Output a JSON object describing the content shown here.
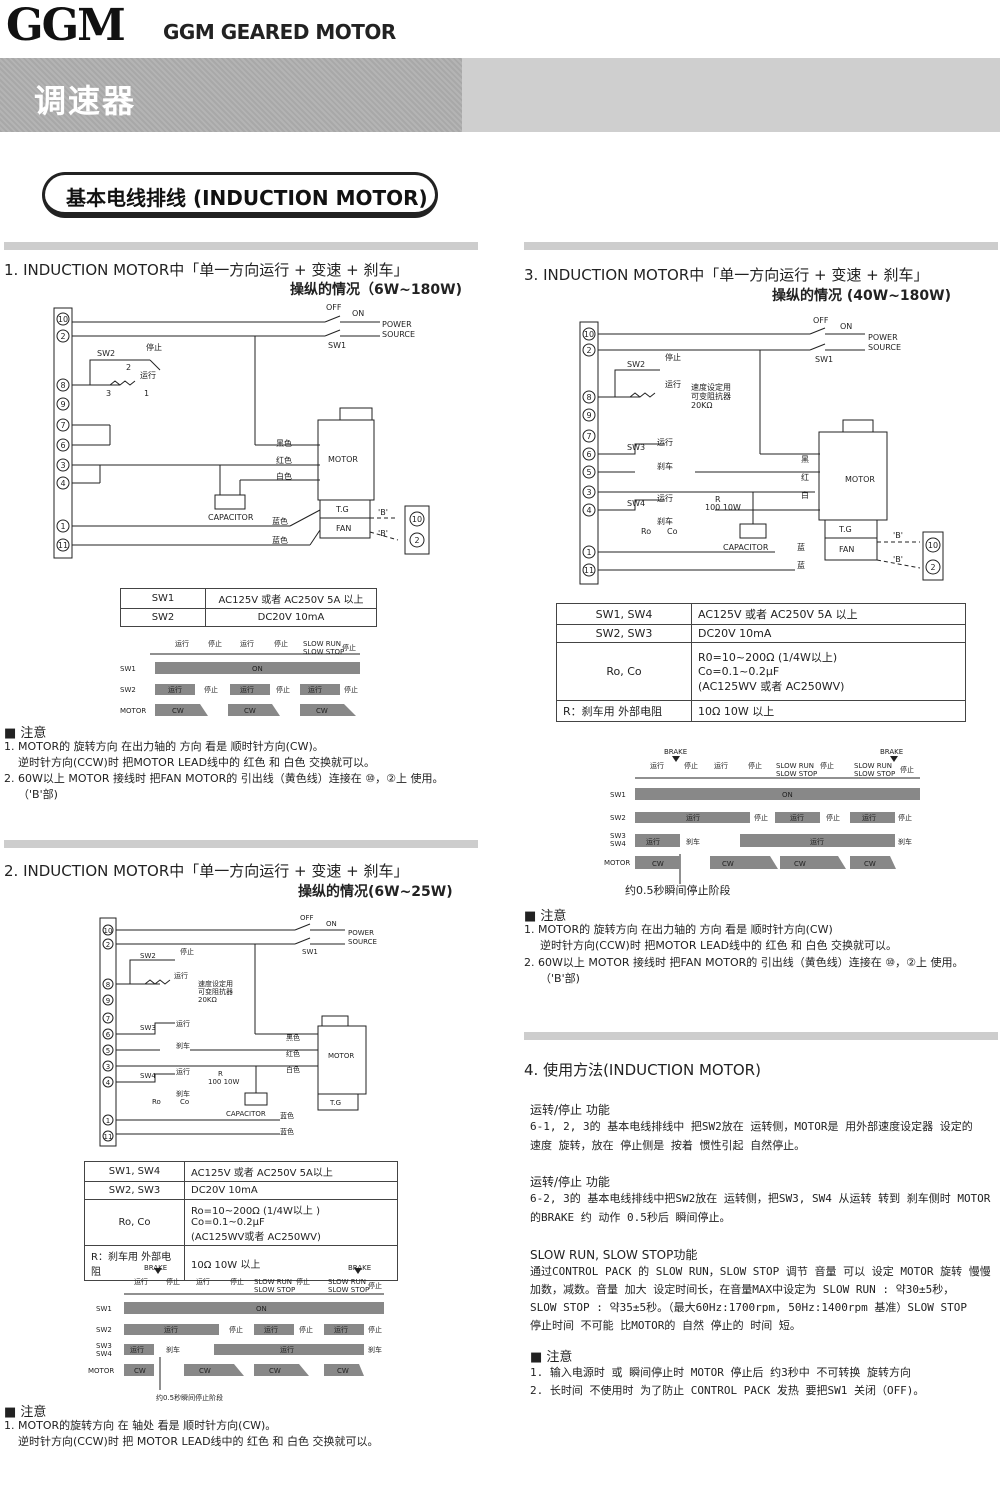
{
  "header": {
    "logo": "GGM",
    "logo_sub": "GGM GEARED MOTOR",
    "banner_title": "调速器",
    "section_title": "基本电线排线 (INDUCTION MOTOR)"
  },
  "s1": {
    "title": "1. INDUCTION MOTOR中「单一方向运行 + 变速 + 刹车」",
    "subtitle": "操纵的情况（6W~180W)",
    "diagram": {
      "off": "OFF",
      "on": "ON",
      "power1": "POWER",
      "power2": "SOURCE",
      "sw1": "SW1",
      "sw2": "SW2",
      "stop": "停止",
      "run": "运行",
      "t2": "2",
      "t3": "3",
      "t1": "1",
      "motor": "MOTOR",
      "black": "黑色",
      "red": "红色",
      "white": "白色",
      "blue": "蓝色",
      "capacitor": "CAPACITOR",
      "tg": "T.G",
      "fan": "FAN",
      "b": "'B'",
      "terms": [
        "10",
        "2",
        "8",
        "9",
        "7",
        "6",
        "3",
        "4",
        "1",
        "11"
      ],
      "t10": "10",
      "t2b": "2"
    },
    "table": [
      [
        "SW1",
        "AC125V 或者 AC250V 5A 以上"
      ],
      [
        "SW2",
        "DC20V 10mA"
      ]
    ],
    "timing": {
      "top": [
        "运行",
        "停止",
        "运行",
        "停止",
        "SLOW RUN",
        "停止"
      ],
      "top2": "SLOW STOP",
      "rows": [
        "SW1",
        "SW2",
        "MOTOR"
      ],
      "on": "ON",
      "sw2": [
        "运行",
        "停止",
        "运行",
        "停止",
        "运行",
        "停止"
      ],
      "motor": [
        "CW",
        "CW",
        "CW"
      ]
    },
    "note_head": "■ 注意",
    "notes": [
      "1. MOTOR的 旋转方向 在出力轴的 方向 看是 顺时针方向(CW)。",
      "逆时针方向(CCW)时 把MOTOR LEAD线中的 红色 和 白色 交换就可以。",
      "2. 60W以上 MOTOR 接线时 把FAN MOTOR的 引出线（黄色线）连接在 ⑩，②上 使用。",
      "（'B'部)"
    ]
  },
  "s2": {
    "title": "2. INDUCTION MOTOR中「单一方向运行 + 变速 + 刹车」",
    "subtitle": "操纵的情况(6W~25W)",
    "diagram": {
      "off": "OFF",
      "on": "ON",
      "power1": "POWER",
      "power2": "SOURCE",
      "sw1": "SW1",
      "sw2": "SW2",
      "stop": "停止",
      "run": "运行",
      "res1": "速度设定用",
      "res2": "可变阻抗器",
      "res3": "20KΩ",
      "sw3": "SW3",
      "sw4": "SW4",
      "brake": "刹车",
      "r": "R",
      "r2": "100 10W",
      "ro": "Ro",
      "co": "Co",
      "motor": "MOTOR",
      "black": "黑色",
      "red": "红色",
      "white": "白色",
      "blue": "蓝色",
      "capacitor": "CAPACITOR",
      "tg": "T.G",
      "terms": [
        "10",
        "2",
        "8",
        "9",
        "7",
        "6",
        "5",
        "3",
        "4",
        "1",
        "11"
      ]
    },
    "table": [
      [
        "SW1, SW4",
        "AC125V 或者 AC250V 5A以上"
      ],
      [
        "SW2, SW3",
        "DC20V 10mA"
      ],
      [
        "Ro, Co",
        "Ro=10~200Ω (1/4W以上 )|Co=0.1~0.2μF|(AC125WV或者 AC250WV)"
      ],
      [
        "R：刹车用 外部电阻",
        "10Ω 10W 以上"
      ]
    ],
    "timing": {
      "brake": "BRAKE",
      "top": [
        "运行",
        "停止",
        "运行",
        "停止",
        "SLOW RUN",
        "停止",
        "SLOW RUN",
        "停止"
      ],
      "top2": "SLOW STOP",
      "rows": [
        "SW1",
        "SW2",
        "SW3",
        "SW4",
        "MOTOR"
      ],
      "on": "ON",
      "sw2": [
        "运行",
        "停止",
        "运行",
        "停止",
        "运行",
        "停止"
      ],
      "sw34": [
        "运行",
        "刹车",
        "运行",
        "刹车"
      ],
      "motor": [
        "CW",
        "CW",
        "CW",
        "CW"
      ],
      "foot": "约0.5秒瞬间停止阶段"
    },
    "note_head": "■ 注意",
    "notes": [
      "1. MOTOR的旋转方向 在 轴处 看是 顺时针方向(CW)。",
      "逆时针方向(CCW)时 把 MOTOR LEAD线中的 红色 和 白色 交换就可以。"
    ]
  },
  "s3": {
    "title": "3. INDUCTION MOTOR中「单一方向运行 + 变速 + 刹车」",
    "subtitle": "操纵的情况 (40W~180W)",
    "diagram": {
      "off": "OFF",
      "on": "ON",
      "power1": "POWER",
      "power2": "SOURCE",
      "sw1": "SW1",
      "sw2": "SW2",
      "stop": "停止",
      "run": "运行",
      "res1": "速度设定用",
      "res2": "可变阻抗器",
      "res3": "20KΩ",
      "sw3": "SW3",
      "sw4": "SW4",
      "brake": "刹车",
      "r": "R",
      "r2": "100 10W",
      "ro": "Ro",
      "co": "Co",
      "motor": "MOTOR",
      "black": "黑",
      "red": "红",
      "white": "白",
      "blue": "蓝",
      "capacitor": "CAPACITOR",
      "tg": "T.G",
      "fan": "FAN",
      "b": "'B'",
      "terms": [
        "10",
        "2",
        "8",
        "9",
        "7",
        "6",
        "5",
        "3",
        "4",
        "1",
        "11"
      ]
    },
    "table": [
      [
        "SW1, SW4",
        "AC125V 或者 AC250V 5A 以上"
      ],
      [
        "SW2, SW3",
        "DC20V 10mA"
      ],
      [
        "Ro, Co",
        "R0=10~200Ω (1/4W以上)|Co=0.1~0.2μF|(AC125WV 或者 AC250WV)"
      ],
      [
        "R：刹车用 外部电阻",
        "10Ω 10W 以上"
      ]
    ],
    "timing": {
      "brake": "BRAKE",
      "top": [
        "运行",
        "停止",
        "运行",
        "停止",
        "SLOW RUN",
        "停止",
        "SLOW RUN",
        "停止"
      ],
      "top2": "SLOW STOP",
      "rows": [
        "SW1",
        "SW2",
        "SW3",
        "SW4",
        "MOTOR"
      ],
      "on": "ON",
      "sw2": [
        "运行",
        "停止",
        "运行",
        "停止",
        "运行",
        "停止"
      ],
      "sw34": [
        "运行",
        "刹车",
        "运行",
        "刹车"
      ],
      "motor": [
        "CW",
        "CW",
        "CW",
        "CW"
      ],
      "foot": "约0.5秒瞬间停止阶段"
    },
    "note_head": "■ 注意",
    "notes": [
      "1. MOTOR的 旋转方向 在出力轴的 方向 看是 顺时针方向(CW)",
      "逆时针方向(CCW)时 把MOTOR LEAD线中的 红色 和 白色 交换就可以。",
      "2. 60W以上 MOTOR 接线时 把FAN MOTOR的 引出线（黄色线）连接在 ⑩，②上 使用。",
      "（'B'部)"
    ]
  },
  "s4": {
    "title": "4. 使用方法(INDUCTION MOTOR)",
    "p1_head": "运转/停止 功能",
    "p1": [
      "6-1, 2, 3的 基本电线排线中 把SW2放在 运转侧，MOTOR是 用外部速度设定器 设定的",
      "速度 旋转，放在 停止侧是 按着 惯性引起 自然停止。"
    ],
    "p2_head": "运转/停止 功能",
    "p2": [
      "6-2, 3的 基本电线排线中把SW2放在 运转侧，把SW3, SW4 从运转 转到 刹车侧时 MOTOR",
      "的BRAKE 约 动作 0.5秒后 瞬间停止。"
    ],
    "p3_head": "SLOW RUN, SLOW STOP功能",
    "p3": [
      "通过CONTROL PACK 的 SLOW RUN，SLOW STOP 调节 音量  可以 设定 MOTOR 旋转 慢慢",
      "加数，减数。音量 加大 设定时间长，在音量MAX中设定为 SLOW RUN : 약30±5秒，",
      "SLOW STOP : 약35±5秒。（最大60Hz:1700rpm, 50Hz:1400rpm 基准）SLOW STOP",
      "停止时间 不可能 比MOTOR的 自然 停止的 时间 短。"
    ],
    "note_head": "■ 注意",
    "notes": [
      "1. 输入电源时 或 瞬间停止时 MOTOR 停止后 约3秒中 不可转换 旋转方向",
      "2. 长时间 不使用时 为了防止 CONTROL PACK 发热 要把SW1 关闭（OFF)。"
    ]
  }
}
